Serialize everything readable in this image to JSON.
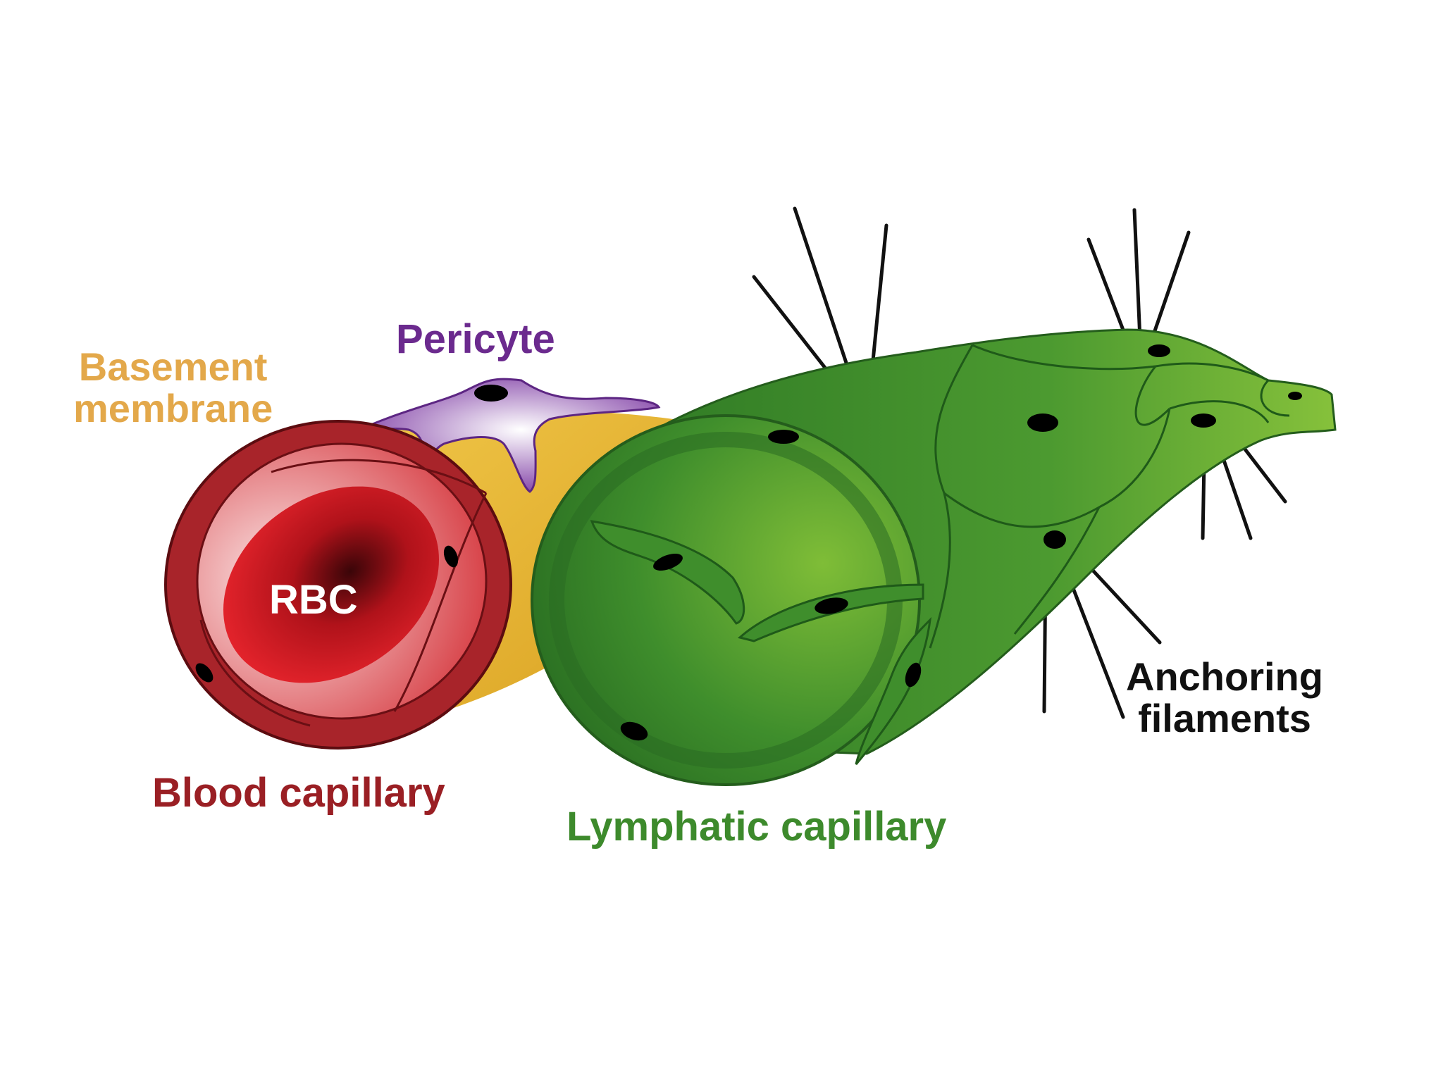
{
  "labels": {
    "basement_membrane": {
      "line1": "Basement",
      "line2": "membrane"
    },
    "pericyte": "Pericyte",
    "rbc": "RBC",
    "blood_capillary": "Blood capillary",
    "lymphatic_capillary": "Lymphatic capillary",
    "anchoring_filaments": {
      "line1": "Anchoring",
      "line2": "filaments"
    }
  },
  "colors": {
    "basement_membrane": "#e3a84a",
    "pericyte": "#6b2a8e",
    "rbc_text": "#ffffff",
    "blood_capillary": "#9a1f24",
    "lymphatic_capillary": "#3d8a2c",
    "anchoring_filaments": "#111111",
    "yellow_tube": "#e8b634",
    "green_tube": "#4f9b32",
    "red_wall": "#a8242a"
  }
}
